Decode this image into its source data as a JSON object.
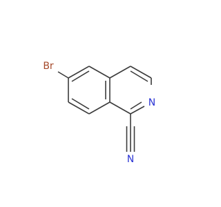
{
  "molecule": {
    "atoms": {
      "bromine": {
        "symbol": "Br",
        "color": "#a5492a"
      },
      "ring_nitrogen": {
        "symbol": "N",
        "color": "#2b34d4"
      },
      "nitrile_nitrogen": {
        "symbol": "N",
        "color": "#2b34d4"
      }
    },
    "bond_color": "#3b3b3b"
  }
}
